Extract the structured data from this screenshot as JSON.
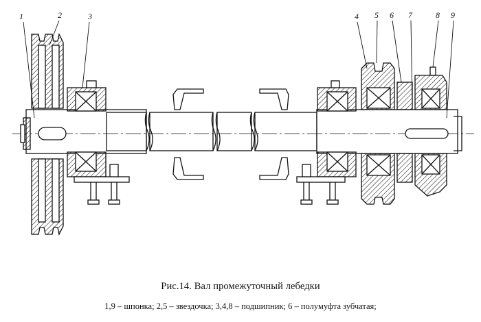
{
  "caption": "Рис.14. Вал промежуточный  лебедки",
  "legend": "1,9 – шпонка; 2,5 – звездочка; 3,4,8 – подшипник; 6 – полумуфта зубчатая;",
  "callouts": [
    "1",
    "2",
    "3",
    "4",
    "5",
    "6",
    "7",
    "8",
    "9"
  ]
}
